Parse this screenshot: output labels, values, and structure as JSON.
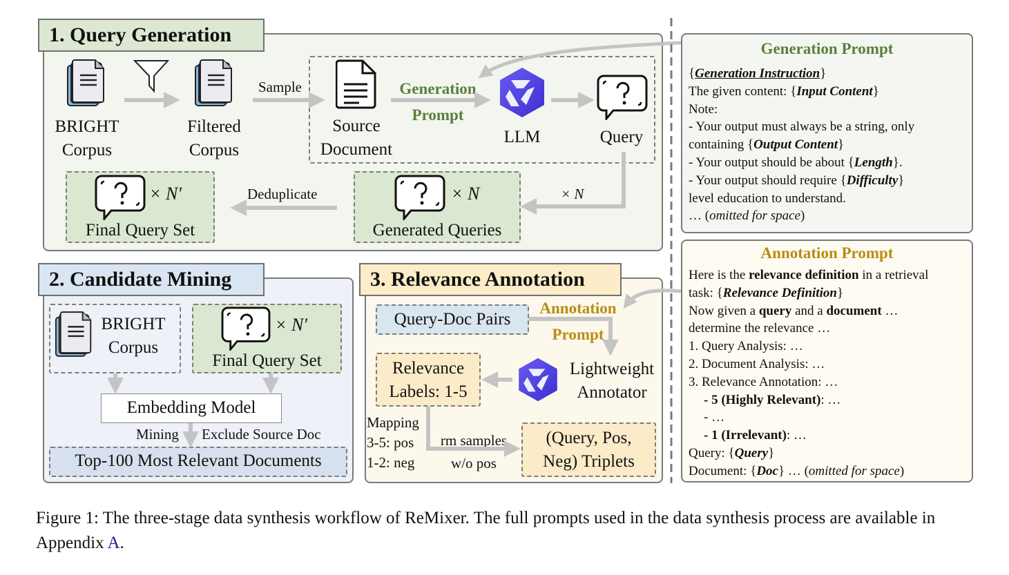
{
  "stage1": {
    "title": "1. Query Generation",
    "bright_corpus": [
      "BRIGHT",
      "Corpus"
    ],
    "filtered_corpus": [
      "Filtered",
      "Corpus"
    ],
    "sample_label": "Sample",
    "source_document": [
      "Source",
      "Document"
    ],
    "generation_prompt_label": [
      "Generation",
      "Prompt"
    ],
    "llm_label": "LLM",
    "query_label": "Query",
    "times_n_label": "× N",
    "generated_queries": {
      "multiplier": "× N",
      "label": "Generated Queries"
    },
    "deduplicate_label": "Deduplicate",
    "final_query_set": {
      "multiplier": "× N′",
      "label": "Final Query Set"
    }
  },
  "stage2": {
    "title": "2. Candidate Mining",
    "bright_corpus": [
      "BRIGHT",
      "Corpus"
    ],
    "final_query_set": {
      "multiplier": "× N′",
      "label": "Final Query Set"
    },
    "embedding_model": "Embedding Model",
    "mining_label": "Mining",
    "exclude_label": "Exclude Source Doc",
    "top_docs": "Top-100 Most Relevant Documents"
  },
  "stage3": {
    "title": "3. Relevance Annotation",
    "query_doc_pairs": "Query-Doc Pairs",
    "annotation_prompt_label": [
      "Annotation",
      "Prompt"
    ],
    "annotator": [
      "Lightweight",
      "Annotator"
    ],
    "relevance_labels": [
      "Relevance",
      "Labels: 1-5"
    ],
    "mapping": [
      "Mapping",
      "3-5: pos",
      "1-2: neg"
    ],
    "rm_label": [
      "rm samples",
      "w/o pos"
    ],
    "triplets": [
      "(Query, Pos,",
      "Neg) Triplets"
    ]
  },
  "generation_prompt": {
    "title": "Generation Prompt",
    "lines": {
      "l1_instruction": "Generation Instruction",
      "l2_prefix": "The given content: ",
      "l2_var": "Input Content",
      "l3": "Note:",
      "l4": "- Your output must always be a string, only",
      "l5_prefix": "containing ",
      "l5_var": "Output Content",
      "l6_prefix": "- Your output should be about ",
      "l6_var": "Length",
      "l6_suffix": ".",
      "l7_prefix": "- Your output should require ",
      "l7_var": "Difficulty",
      "l8": "level education to understand.",
      "l9_prefix": "… (",
      "l9_italic": "omitted for space",
      "l9_suffix": ")"
    }
  },
  "annotation_prompt": {
    "title": "Annotation Prompt",
    "lines": {
      "l1_a": "Here is the ",
      "l1_b": "relevance definition",
      "l1_c": " in a retrieval",
      "l2_prefix": "task: ",
      "l2_var": "Relevance Definition",
      "l3_a": "Now given a ",
      "l3_b": "query",
      "l3_c": " and a ",
      "l3_d": "document",
      "l3_e": " …",
      "l4": "determine the relevance …",
      "l5": "1. Query Analysis: …",
      "l6": "2. Document Analysis: …",
      "l7": "3. Relevance Annotation: …",
      "l8_bold": "- 5 (Highly Relevant)",
      "l8_rest": ": …",
      "l9": "- …",
      "l10_bold": "- 1 (Irrelevant)",
      "l10_rest": ": …",
      "l11_prefix": "Query: ",
      "l11_var": "Query",
      "l12_prefix": "Document: ",
      "l12_var": "Doc",
      "l12_mid": " … (",
      "l12_italic": "omitted for space",
      "l12_suffix": ")"
    }
  },
  "caption": {
    "text": "Figure 1: The three-stage data synthesis workflow of ReMixer. The full prompts used in the data synthesis process are available in Appendix ",
    "link": "A",
    "end": "."
  },
  "colors": {
    "green_title": "#5a7f3a",
    "gold_title": "#b98d14",
    "stage1_bg": "#f3f6ef",
    "stage2_bg": "#eef1f7",
    "stage3_bg": "#fdf8ec",
    "link": "#1a1a8c"
  }
}
